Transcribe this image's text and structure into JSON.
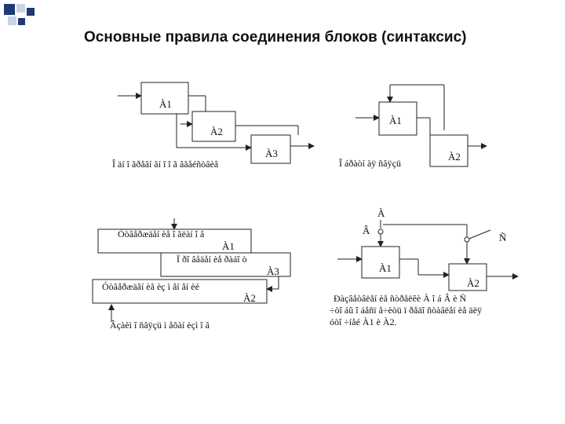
{
  "title": "Основные правила соединения блоков (синтаксис)",
  "diagrams": {
    "sequential": {
      "blocks": [
        "À1",
        "À2",
        "À3"
      ],
      "caption": "Î äí î ãðåâí ãí î î ã âãåéñòâèå"
    },
    "loop": {
      "blocks": [
        "À1",
        "À2"
      ],
      "caption": "Î áðàòí àÿ ñâÿçü"
    },
    "nested": {
      "blocks": [
        "Óòâåðæäåí èå î ãëàí î â",
        "À1",
        "Ï ðî âåäåí èå ðàáî ò",
        "À3",
        "Óòâåðæäåí èå èç ì åí åí èé",
        "À2"
      ],
      "caption": "Âçàèì î ñâÿçü ì åõàí èçì î â"
    },
    "condition": {
      "inputs": [
        "À",
        "Â"
      ],
      "switch_label": "Ñ",
      "blocks": [
        "À1",
        "À2"
      ],
      "caption_lines": [
        "Ðàçâåòâëåí èå ñòðåëêè À î á Â è Ñ",
        "÷òî áû î áåñï å÷èòü ï ðåäî ñòàâëåí èå äëÿ",
        "óòî ÷íåé À1 è À2."
      ]
    }
  }
}
